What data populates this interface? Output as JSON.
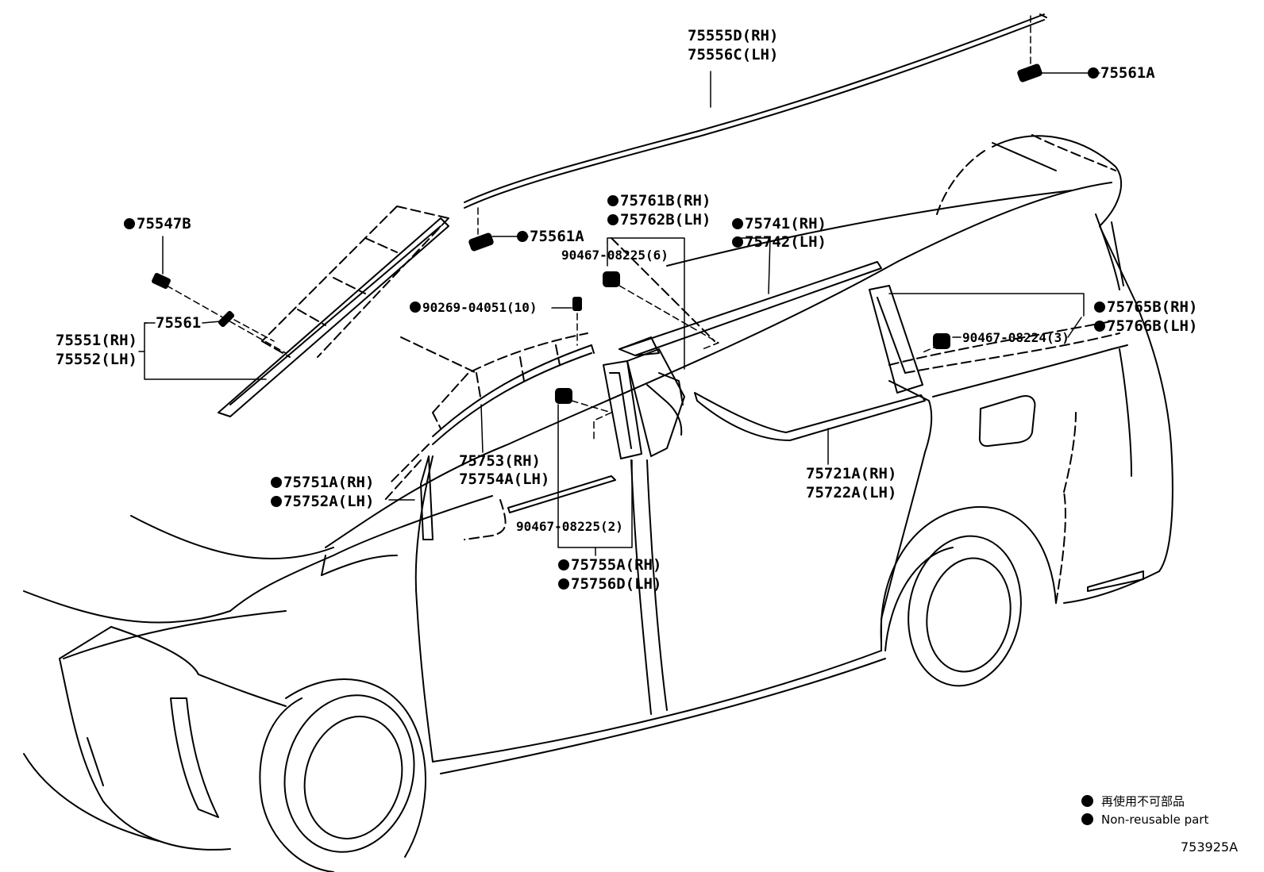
{
  "parts": {
    "p75555_rh": "75555D(RH)",
    "p75556_lh": "75556C(LH)",
    "p75561a_top": "75561A",
    "p75561a_mid": "75561A",
    "p75547b": "75547B",
    "p75561": "75561",
    "p75551_rh": "75551(RH)",
    "p75552_lh": "75552(LH)",
    "p75761b_rh": "75761B(RH)",
    "p75762b_lh": "75762B(LH)",
    "p90467_6": "90467-08225(6)",
    "p75741_rh": "75741(RH)",
    "p75742_lh": "75742(LH)",
    "p90269": "90269-04051(10)",
    "p75765b_rh": "75765B(RH)",
    "p75766b_lh": "75766B(LH)",
    "p90467_3": "90467-08224(3)",
    "p75753_rh": "75753(RH)",
    "p75754a_lh": "75754A(LH)",
    "p75751a_rh": "75751A(RH)",
    "p75752a_lh": "75752A(LH)",
    "p75721a_rh": "75721A(RH)",
    "p75722a_lh": "75722A(LH)",
    "p90467_2": "90467-08225(2)",
    "p75755a_rh": "75755A(RH)",
    "p75756d_lh": "75756D(LH)"
  },
  "legend": {
    "jp": "再使用不可部品",
    "en": "Non-reusable part"
  },
  "figure_code": "753925A"
}
